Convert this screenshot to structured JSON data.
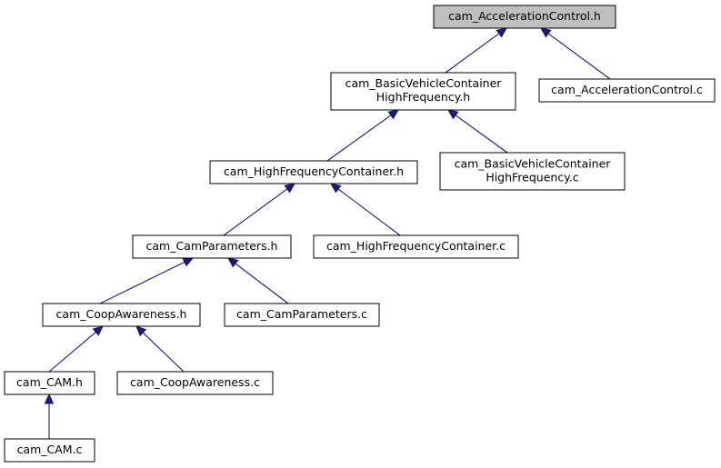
{
  "colors": {
    "edge": "#191970",
    "root_fill": "#bfbfbf",
    "node_fill": "#ffffff",
    "border": "#000000"
  },
  "nodes": {
    "accel_h": {
      "lines": [
        "cam_AccelerationControl.h"
      ]
    },
    "accel_c": {
      "lines": [
        "cam_AccelerationControl.c"
      ]
    },
    "bvc_h": {
      "lines": [
        "cam_BasicVehicleContainer",
        "HighFrequency.h"
      ]
    },
    "bvc_c": {
      "lines": [
        "cam_BasicVehicleContainer",
        "HighFrequency.c"
      ]
    },
    "hfc_h": {
      "lines": [
        "cam_HighFrequencyContainer.h"
      ]
    },
    "hfc_c": {
      "lines": [
        "cam_HighFrequencyContainer.c"
      ]
    },
    "cp_h": {
      "lines": [
        "cam_CamParameters.h"
      ]
    },
    "cp_c": {
      "lines": [
        "cam_CamParameters.c"
      ]
    },
    "ca_h": {
      "lines": [
        "cam_CoopAwareness.h"
      ]
    },
    "ca_c": {
      "lines": [
        "cam_CoopAwareness.c"
      ]
    },
    "cam_h": {
      "lines": [
        "cam_CAM.h"
      ]
    },
    "cam_c": {
      "lines": [
        "cam_CAM.c"
      ]
    }
  },
  "edges": [
    {
      "from": "bvc_h",
      "to": "accel_h"
    },
    {
      "from": "accel_c",
      "to": "accel_h"
    },
    {
      "from": "hfc_h",
      "to": "bvc_h"
    },
    {
      "from": "bvc_c",
      "to": "bvc_h"
    },
    {
      "from": "cp_h",
      "to": "hfc_h"
    },
    {
      "from": "hfc_c",
      "to": "hfc_h"
    },
    {
      "from": "ca_h",
      "to": "cp_h"
    },
    {
      "from": "cp_c",
      "to": "cp_h"
    },
    {
      "from": "cam_h",
      "to": "ca_h"
    },
    {
      "from": "ca_c",
      "to": "ca_h"
    },
    {
      "from": "cam_c",
      "to": "cam_h"
    }
  ]
}
